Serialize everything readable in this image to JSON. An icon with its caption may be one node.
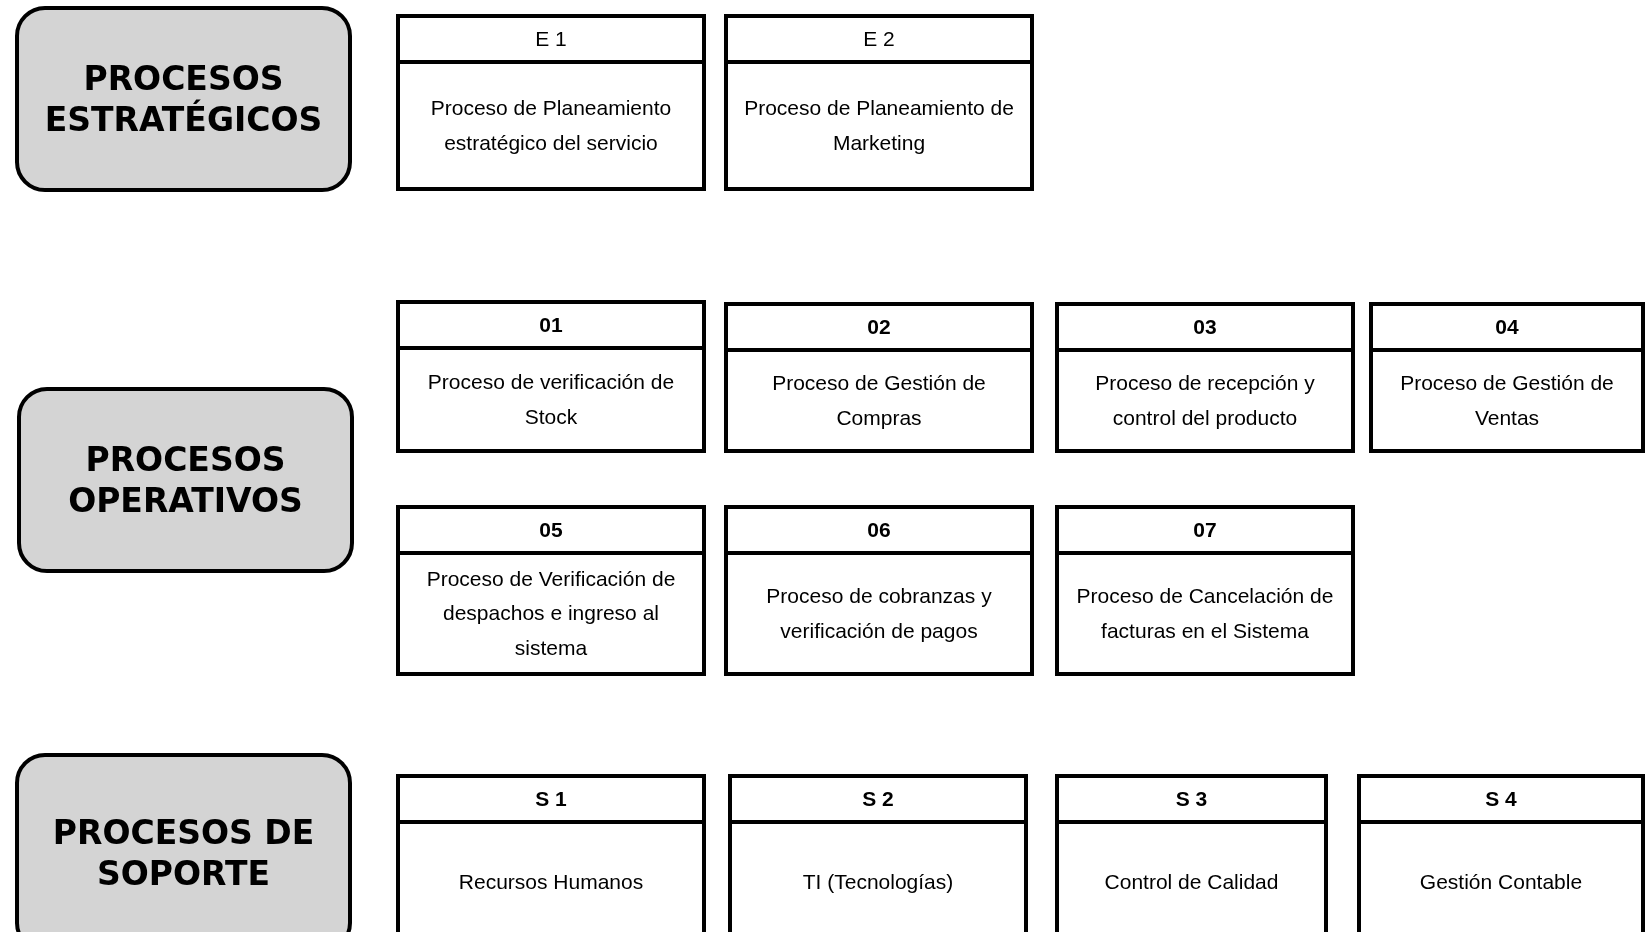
{
  "diagram": {
    "nodes": [
      {
        "text": [
          "PROCESOS ESTRATÉGICOS"
        ]
      },
      {
        "text": [
          "E 1",
          "Proceso de Planeamiento estratégico del servicio"
        ]
      },
      {
        "text": [
          "E 2",
          "Proceso de Planeamiento de Marketing"
        ]
      },
      {
        "text": [
          "PROCESOS OPERATIVOS"
        ]
      },
      {
        "text": [
          "01",
          "Proceso de verificación de Stock"
        ]
      },
      {
        "text": [
          "02",
          "Proceso de Gestión de Compras"
        ]
      },
      {
        "text": [
          "03",
          "Proceso de recepción y control del producto"
        ]
      },
      {
        "text": [
          "04",
          "Proceso de Gestión de Ventas"
        ]
      },
      {
        "text": [
          "05",
          "Proceso de Verificación de despachos e ingreso al sistema"
        ]
      },
      {
        "text": [
          "06",
          "Proceso de cobranzas y verificación de pagos"
        ]
      },
      {
        "text": [
          "07",
          "Proceso de Cancelación de facturas en el Sistema"
        ]
      },
      {
        "text": [
          "PROCESOS DE SOPORTE"
        ]
      },
      {
        "text": [
          "S 1",
          "Recursos Humanos"
        ]
      },
      {
        "text": [
          "S 2",
          "TI (Tecnologías)"
        ]
      },
      {
        "text": [
          "S 3",
          "Control de Calidad"
        ]
      },
      {
        "text": [
          "S 4",
          "Gestión Contable"
        ]
      }
    ]
  }
}
